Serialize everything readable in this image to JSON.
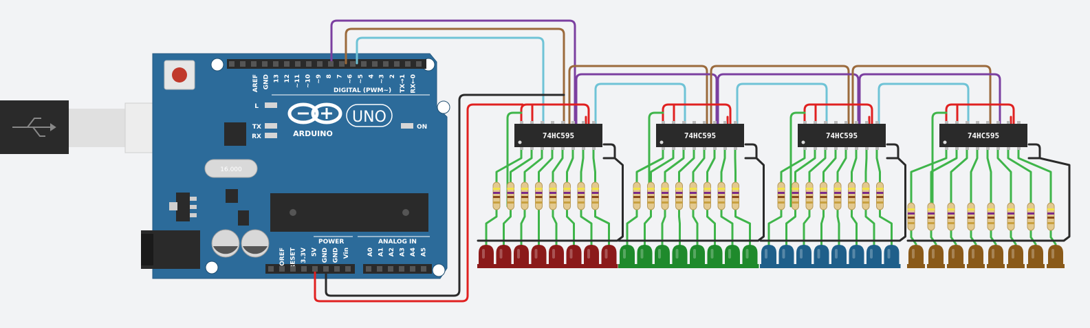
{
  "board": {
    "brand": "ARDUINO",
    "model": "UNO",
    "digital_header": "DIGITAL (PWM~)",
    "digital_pins": [
      "AREF",
      "GND",
      "13",
      "12",
      "~11",
      "~10",
      "~9",
      "8",
      "7",
      "~6",
      "~5",
      "4",
      "~3",
      "2",
      "TX→1",
      "RX←0"
    ],
    "power_header": "POWER",
    "power_pins": [
      "IOREF",
      "RESET",
      "3.3V",
      "5V",
      "GND",
      "GND",
      "Vin"
    ],
    "analog_header": "ANALOG IN",
    "analog_pins": [
      "A0",
      "A1",
      "A2",
      "A3",
      "A4",
      "A5"
    ],
    "led_l": "L",
    "led_tx": "TX",
    "led_rx": "RX",
    "led_on": "ON",
    "crystal": "16.000"
  },
  "chips": [
    {
      "label": "74HC595"
    },
    {
      "label": "74HC595"
    },
    {
      "label": "74HC595"
    },
    {
      "label": "74HC595"
    }
  ],
  "colors": {
    "board": "#2c6b9a",
    "wire_purple": "#7b3fa0",
    "wire_brown": "#9b6a3c",
    "wire_cyan": "#6fc3d6",
    "wire_red": "#e02020",
    "wire_black": "#2a2a2a",
    "wire_green": "#3fb54a",
    "led_red": "#8b1a1a",
    "led_green": "#1f8a2c",
    "led_blue": "#1f5f8a",
    "led_brown": "#8a5a1a"
  },
  "led_banks": [
    {
      "color": "led_red",
      "count": 8
    },
    {
      "color": "led_green",
      "count": 8
    },
    {
      "color": "led_blue",
      "count": 8
    },
    {
      "color": "led_brown",
      "count": 8
    }
  ]
}
